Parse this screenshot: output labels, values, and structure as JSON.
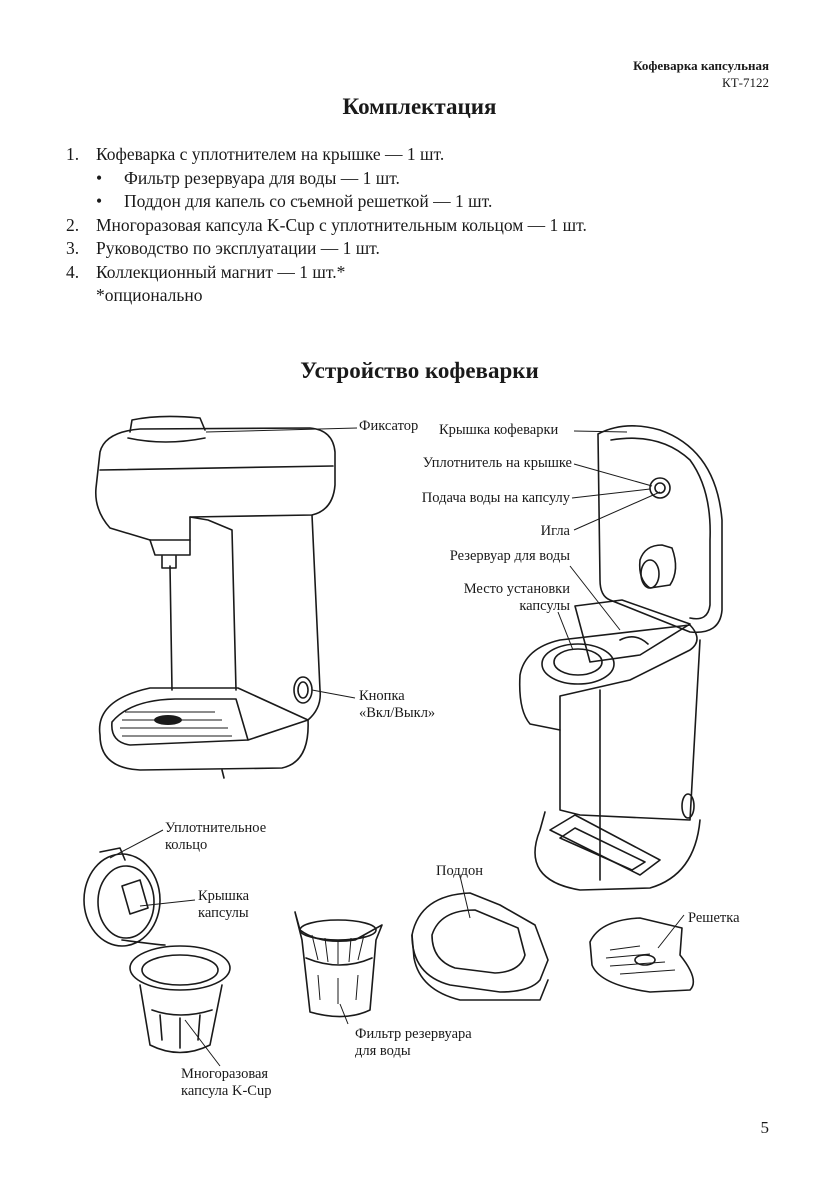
{
  "header": {
    "product": "Кофеварка капсульная",
    "model": "КТ-7122"
  },
  "contents": {
    "title": "Комплектация",
    "items": [
      {
        "num": "1.",
        "text": "Кофеварка с уплотнителем на крышке — 1 шт."
      },
      {
        "bullet": "•",
        "text": "Фильтр резервуара для воды — 1 шт."
      },
      {
        "bullet": "•",
        "text": "Поддон для капель со съемной решеткой — 1 шт."
      },
      {
        "num": "2.",
        "text": "Многоразовая капсула K-Cup с уплотнительным кольцом — 1 шт."
      },
      {
        "num": "3.",
        "text": "Руководство по эксплуатации — 1 шт."
      },
      {
        "num": "4.",
        "text": "Коллекционный магнит — 1 шт.*"
      }
    ],
    "note": "*опционально"
  },
  "device": {
    "title": "Устройство кофеварки",
    "labels": {
      "latch": "Фиксатор",
      "lid": "Крышка кофеварки",
      "lid_seal": "Уплотнитель на крышке",
      "water_feed": "Подача воды на капсулу",
      "needle": "Игла",
      "reservoir": "Резервуар для воды",
      "capsule_place_1": "Место установки",
      "capsule_place_2": "капсулы",
      "button_1": "Кнопка",
      "button_2": "«Вкл/Выкл»",
      "seal_ring_1": "Уплотнительное",
      "seal_ring_2": "кольцо",
      "capsule_lid_1": "Крышка",
      "capsule_lid_2": "капсулы",
      "tray": "Поддон",
      "grate": "Решетка",
      "filter_1": "Фильтр резервуара",
      "filter_2": "для воды",
      "kcup_1": "Многоразовая",
      "kcup_2": "капсула K-Cup"
    }
  },
  "page_number": "5"
}
